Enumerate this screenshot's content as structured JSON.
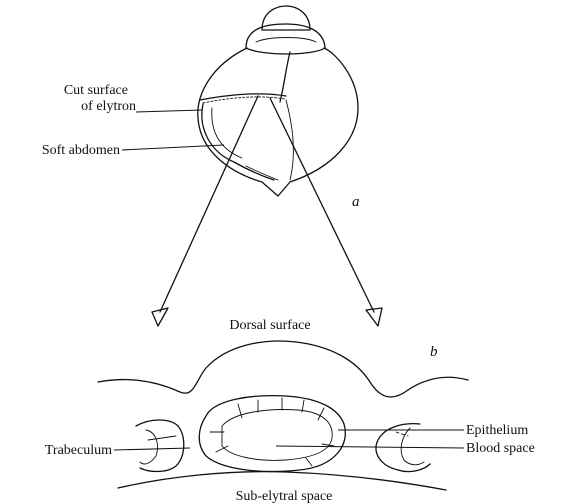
{
  "figure_a": {
    "panel_letter": "a",
    "labels": {
      "cut_surface_line1": "Cut surface",
      "cut_surface_line2": "of elytron",
      "soft_abdomen": "Soft abdomen"
    }
  },
  "figure_b": {
    "panel_letter": "b",
    "labels": {
      "dorsal_surface": "Dorsal surface",
      "epithelium": "Epithelium",
      "blood_space": "Blood space",
      "trabeculum": "Trabeculum",
      "sub_elytral_space": "Sub-elytral space"
    }
  }
}
